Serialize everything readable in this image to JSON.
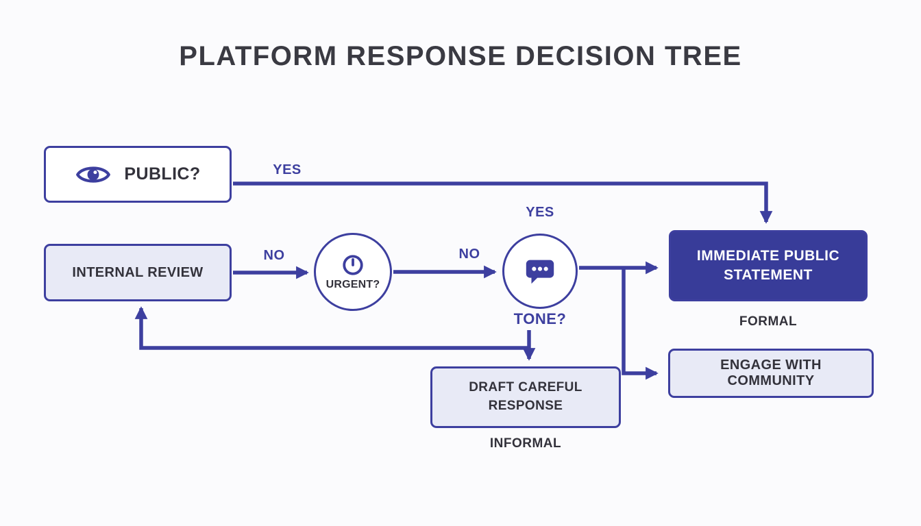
{
  "title": "PLATFORM RESPONSE DECISION TREE",
  "nodes": {
    "public": {
      "label": "PUBLIC?",
      "icon": "eye-icon",
      "type": "decision"
    },
    "internal_review": {
      "label": "INTERNAL REVIEW",
      "type": "process"
    },
    "urgent": {
      "label": "URGENT?",
      "icon": "clock-icon",
      "type": "decision"
    },
    "tone": {
      "label": "TONE?",
      "icon": "chat-bubble-icon",
      "type": "decision"
    },
    "immediate_public_statement": {
      "label": "IMMEDIATE PUBLIC STATEMENT",
      "type": "action"
    },
    "draft_careful_response": {
      "label": "DRAFT CAREFUL RESPONSE",
      "type": "action"
    },
    "engage_with_community": {
      "label": "ENGAGE WITH COMMUNITY",
      "type": "action"
    }
  },
  "edge_labels": {
    "public_yes": "YES",
    "review_no": "NO",
    "urgent_no": "NO",
    "tone_yes": "YES"
  },
  "captions": {
    "formal": "FORMAL",
    "informal": "INFORMAL"
  },
  "edges": [
    {
      "from": "public",
      "to": "immediate_public_statement",
      "label": "YES"
    },
    {
      "from": "internal_review",
      "to": "urgent",
      "label": "NO"
    },
    {
      "from": "urgent",
      "to": "tone",
      "label": "NO"
    },
    {
      "from": "tone",
      "to": "immediate_public_statement",
      "label": "YES / FORMAL"
    },
    {
      "from": "tone",
      "to": "engage_with_community",
      "label": ""
    },
    {
      "from": "tone",
      "to": "draft_careful_response",
      "label": "INFORMAL"
    },
    {
      "from": "tone",
      "to": "internal_review",
      "label": ""
    }
  ],
  "colors": {
    "accent": "#3d3f9f",
    "node_fill_light": "#e8eaf6",
    "node_fill_dark": "#383c99",
    "text_dark": "#33323b",
    "background": "#fbfbfd"
  }
}
